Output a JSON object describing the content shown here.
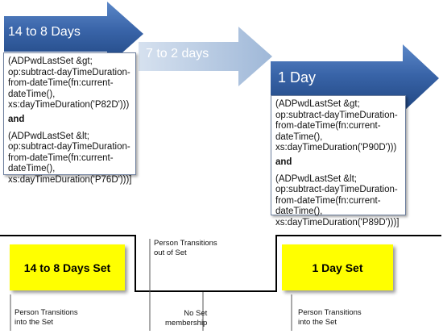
{
  "arrows": {
    "a1": "14  to 8 Days",
    "a2": "7 to 2 days",
    "a3": "1 Day"
  },
  "boxes": {
    "box1": {
      "cond1": "(ADPwdLastSet &gt; op:subtract-dayTimeDuration-from-dateTime(fn:current-dateTime(), xs:dayTimeDuration('P82D')))",
      "and": "and",
      "cond2": "(ADPwdLastSet &lt; op:subtract-dayTimeDuration-from-dateTime(fn:current-dateTime(), xs:dayTimeDuration('P76D')))]"
    },
    "box2": {
      "cond1": "(ADPwdLastSet &gt; op:subtract-dayTimeDuration-from-dateTime(fn:current-dateTime(), xs:dayTimeDuration('P90D')))",
      "and": "and",
      "cond2": "(ADPwdLastSet &lt; op:subtract-dayTimeDuration-from-dateTime(fn:current-dateTime(), xs:dayTimeDuration('P89D')))]"
    }
  },
  "sets": {
    "set1": "14 to 8 Days Set",
    "set2": "1 Day Set"
  },
  "notes": {
    "out_line1": "Person Transitions",
    "out_line2": "out of Set",
    "into1_line1": "Person Transitions",
    "into1_line2": "into the Set",
    "noset_line1": "No Set",
    "noset_line2": "membership",
    "into2_line1": "Person Transitions",
    "into2_line2": "into the Set"
  },
  "colors": {
    "arrow_dark": "#2e5597",
    "arrow_light": "#b8cce4",
    "set_fill": "#ffff00"
  }
}
